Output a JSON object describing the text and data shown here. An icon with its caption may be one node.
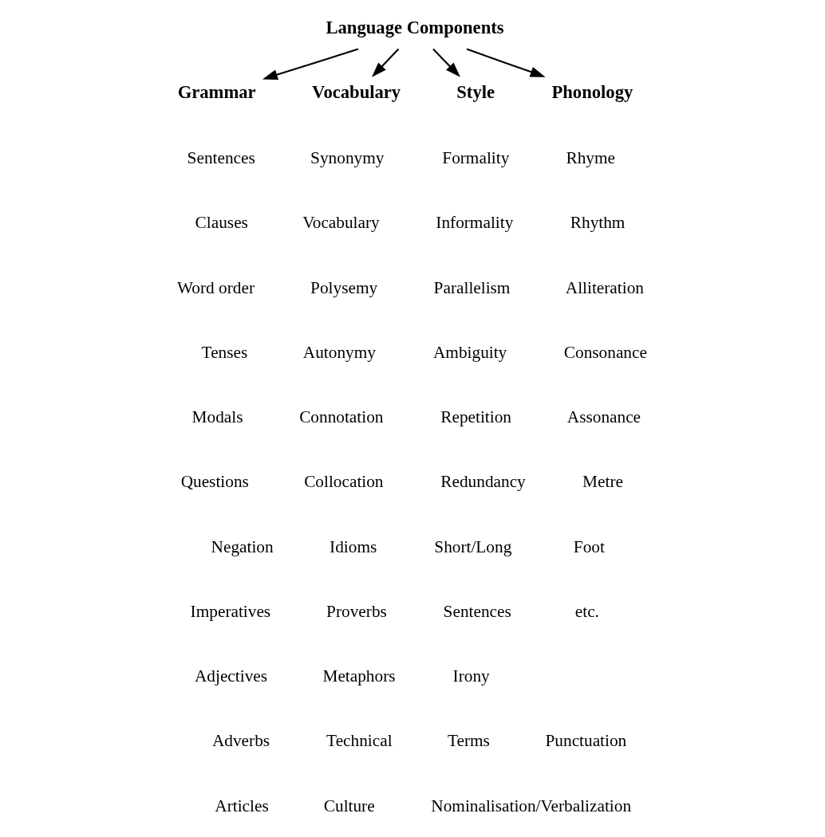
{
  "diagram": {
    "nodes": [
      {
        "text": [
          "Language Components"
        ]
      },
      {
        "text": [
          "Grammar"
        ]
      },
      {
        "text": [
          "Vocabulary"
        ]
      },
      {
        "text": [
          "Style"
        ]
      },
      {
        "text": [
          "Phonology"
        ]
      }
    ],
    "edges": [
      {
        "from": 0,
        "to": 1,
        "arrow": "to"
      },
      {
        "from": 0,
        "to": 2,
        "arrow": "to"
      },
      {
        "from": 0,
        "to": 3,
        "arrow": "to"
      },
      {
        "from": 0,
        "to": 4,
        "arrow": "to"
      }
    ],
    "labels": [
      "Sentences",
      "Synonymy",
      "Formality",
      "Rhyme",
      "Clauses",
      "Vocabulary",
      "Informality",
      "Rhythm",
      "Word order",
      "Polysemy",
      "Parallelism",
      "Alliteration",
      "Tenses",
      "Autonymy",
      "Ambiguity",
      "Consonance",
      "Modals",
      "Connotation",
      "Repetition",
      "Assonance",
      "Questions",
      "Collocation",
      "Redundancy",
      "Metre",
      "Negation",
      "Idioms",
      "Short/Long",
      "Foot",
      "Imperatives",
      "Proverbs",
      "Sentences",
      "etc.",
      "Adjectives",
      "Metaphors",
      "Irony",
      "Adverbs",
      "Technical",
      "Terms",
      "Punctuation",
      "Articles",
      "Culture",
      "Nominalisation/Verbalization"
    ]
  }
}
